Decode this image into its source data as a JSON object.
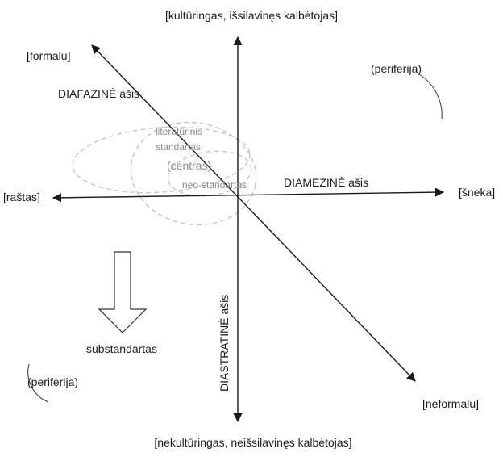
{
  "labels": {
    "top": "[kultūringas, išsilavinęs kalbėtojas]",
    "bottom": "[nekultūringas, neišsilavinęs kalbėtojas]",
    "left": "[raštas]",
    "right": "[šneka]",
    "formal": "[formalu]",
    "informal": "[neformalu]",
    "periphery_top_right": "(periferija)",
    "periphery_bottom_left": "(periferija)",
    "substandard": "substandartas"
  },
  "axes": {
    "diaphasic": "DIAFAZINĖ ašis",
    "diamesic": "DIAMEZINĖ ašis",
    "diastratic": "DIASTRATINĖ ašis"
  },
  "center": {
    "literary_line1": "literatūrinis",
    "literary_line2": "standartas",
    "centre": "(centras)",
    "neo_standard": "neo-standartas"
  }
}
